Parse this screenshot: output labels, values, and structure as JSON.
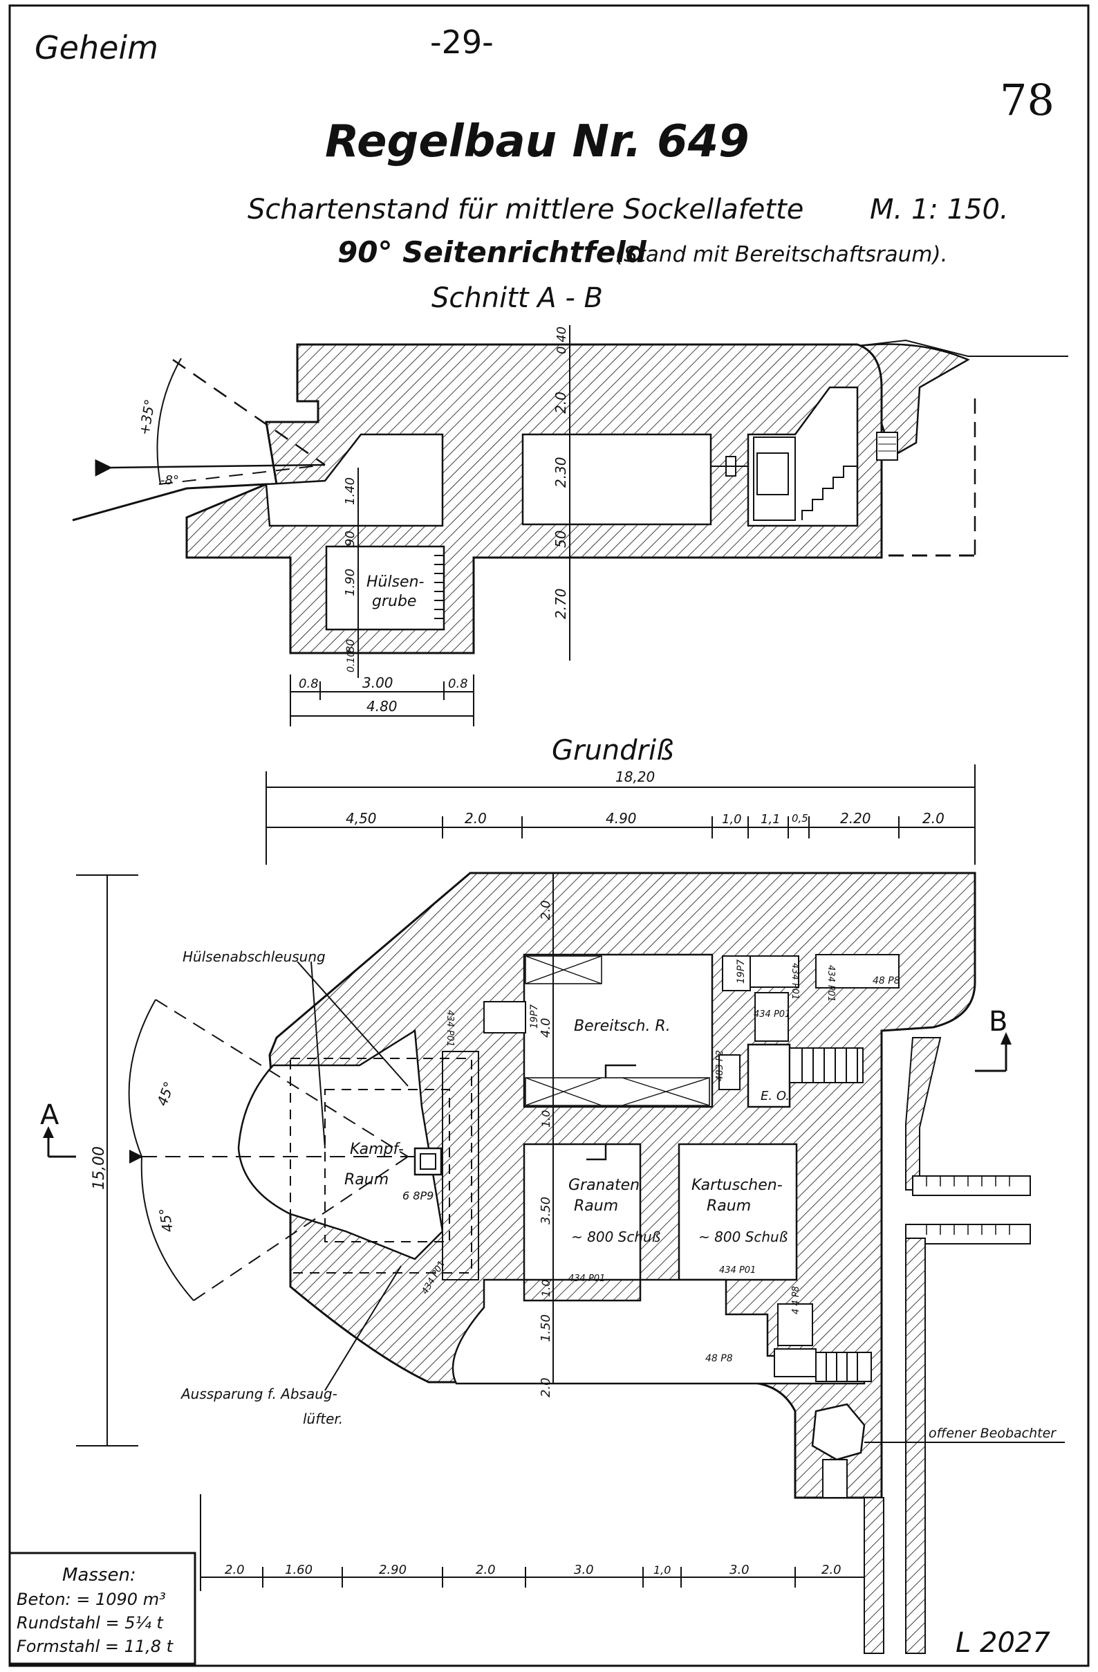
{
  "header": {
    "classification": "Geheim",
    "page_number": "-29-",
    "sheet_number": "78"
  },
  "title": {
    "main": "Regelbau Nr. 649",
    "subtitle": "Schartenstand für mittlere Sockellafette",
    "scale": "M. 1: 150.",
    "subtitle2_bold": "90° Seitenrichtfeld",
    "subtitle2_note": "(Stand mit Bereitschaftsraum)."
  },
  "section": {
    "title": "Schnitt A - B",
    "angle_up": "+35°",
    "angle_down": "-8°",
    "room_label_1": "Hülsen-",
    "room_label_2": "grube",
    "dims_vertical": [
      "0.40",
      "2.0",
      "2.30",
      "50",
      "2.70",
      "1.40",
      "90",
      "1.90",
      "0.10",
      "80"
    ],
    "dims_bottom": [
      "0.8",
      "3.00",
      "0.8"
    ],
    "dim_total": "4.80"
  },
  "plan": {
    "title": "Grundriß",
    "total_width": "18,20",
    "top_dims": [
      "4,50",
      "2.0",
      "4.90",
      "1,0",
      "1,1",
      "0,5",
      "2.20",
      "2.0"
    ],
    "bottom_dims": [
      "2.0",
      "1.60",
      "2.90",
      "2.0",
      "3.0",
      "1,0",
      "3.0",
      "2.0"
    ],
    "total_height": "15,00",
    "left_vertical_dims": [
      "2.0",
      "4.0",
      "1.0",
      "3.50",
      "1.0",
      "1.50",
      "2.0"
    ],
    "angle_top": "45°",
    "angle_bottom": "45°",
    "rooms": {
      "bereitschaft": "Bereitsch. R.",
      "kampf_1": "Kampf-",
      "kampf_2": "Raum",
      "granaten_1": "Granaten",
      "granaten_2": "Raum",
      "granaten_3": "~ 800 Schuß",
      "kartuschen_1": "Kartuschen-",
      "kartuschen_2": "Raum",
      "kartuschen_3": "~ 800 Schuß",
      "eo": "E. O."
    },
    "component_codes": [
      "19P7",
      "434 P01",
      "19P7",
      "434 P01",
      "48 P8",
      "434 P01",
      "483 P2",
      "434 P01",
      "6 8P9",
      "434 P01",
      "434 P01",
      "434 P01",
      "48 P8",
      "4 4 P8"
    ],
    "annotations": {
      "huelsen": "Hülsenabschleusung",
      "aussparung_1": "Aussparung f. Absaug-",
      "aussparung_2": "lüfter.",
      "beobachter": "offener Beobachter"
    },
    "section_marker_a": "A",
    "section_marker_b": "B"
  },
  "massen": {
    "title": "Massen:",
    "beton": "Beton: = 1090 m³",
    "rundstahl": "Rundstahl = 5¼ t",
    "formstahl": "Formstahl = 11,8 t"
  },
  "drawing_number": "L 2027"
}
